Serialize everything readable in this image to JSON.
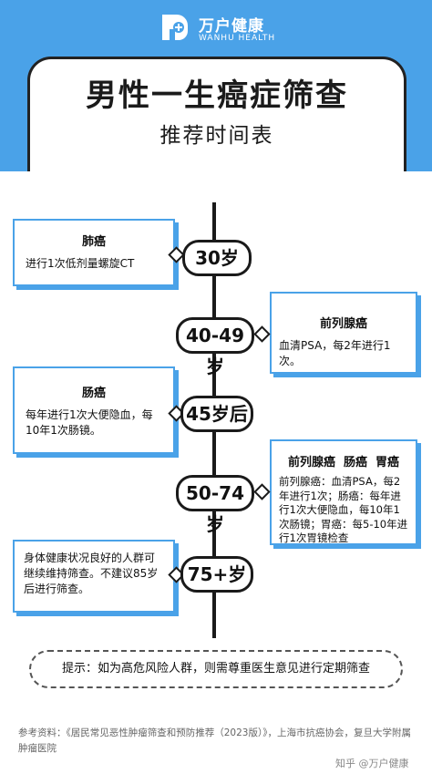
{
  "brand": {
    "name_cn": "万户健康",
    "name_en": "WANHU HEALTH",
    "icon": "elephant-cross-logo"
  },
  "title": {
    "main": "男性一生癌症筛查",
    "sub": "推荐时间表"
  },
  "timeline": [
    {
      "age": "30岁",
      "side": "left",
      "title": "肺癌",
      "text": "进行1次低剂量螺旋CT"
    },
    {
      "age": "40-49岁",
      "side": "right",
      "title": "前列腺癌",
      "text": "血清PSA，每2年进行1次。"
    },
    {
      "age": "45岁后",
      "side": "left",
      "title": "肠癌",
      "text": "每年进行1次大便隐血，每10年1次肠镜。"
    },
    {
      "age": "50-74岁",
      "side": "right",
      "title": "前列腺癌  肠癌  胃癌",
      "text": "前列腺癌：血清PSA，每2年进行1次；肠癌：每年进行1次大便隐血，每10年1次肠镜；胃癌：每5-10年进行1次胃镜检查"
    },
    {
      "age": "75+岁",
      "side": "left",
      "title": "",
      "text": "身体健康状况良好的人群可继续维持筛查。不建议85岁后进行筛查。"
    }
  ],
  "tip": "提示：如为高危风险人群，则需尊重医生意见进行定期筛查",
  "reference": "参考资料：《居民常见恶性肿瘤筛查和预防推荐（2023版）》，上海市抗癌协会，复旦大学附属肿瘤医院",
  "watermark": "知乎 @万户健康",
  "colors": {
    "accent": "#4aa2e8",
    "line": "#1a1a1a"
  }
}
